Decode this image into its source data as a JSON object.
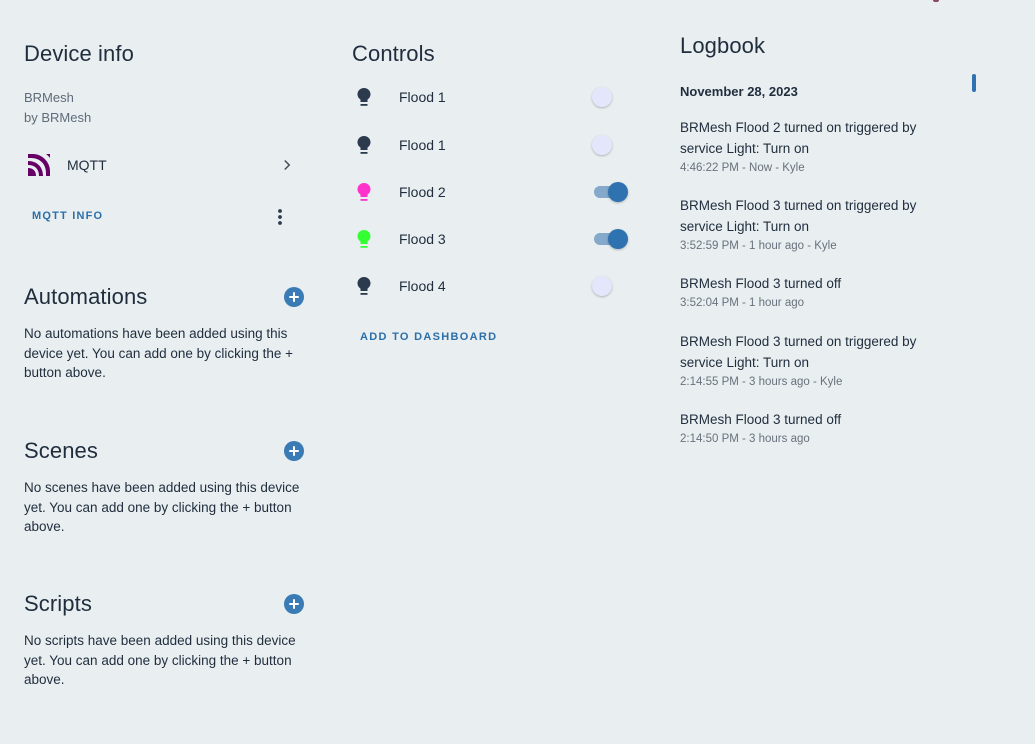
{
  "device_info": {
    "title": "Device info",
    "model": "BRMesh",
    "manufacturer": "by BRMesh",
    "integration": {
      "label": "MQTT",
      "icon": "mqtt-icon",
      "icon_color": "#660066"
    },
    "mqtt_info_label": "MQTT INFO",
    "menu_icon": "dots-vertical-icon"
  },
  "automations": {
    "title": "Automations",
    "empty_text": "No automations have been added using this device yet. You can add one by clicking the + button above."
  },
  "scenes": {
    "title": "Scenes",
    "empty_text": "No scenes have been added using this device yet. You can add one by clicking the + button above."
  },
  "scripts": {
    "title": "Scripts",
    "empty_text": "No scripts have been added using this device yet. You can add one by clicking the + button above."
  },
  "controls": {
    "title": "Controls",
    "items": [
      {
        "label": "Flood 1",
        "state": "off",
        "icon_color": "#2b3a4d"
      },
      {
        "label": "Flood 1",
        "state": "off",
        "icon_color": "#2b3a4d"
      },
      {
        "label": "Flood 2",
        "state": "on",
        "icon_color": "#ff33cc"
      },
      {
        "label": "Flood 3",
        "state": "on",
        "icon_color": "#33ff33"
      },
      {
        "label": "Flood 4",
        "state": "off",
        "icon_color": "#2b3a4d"
      }
    ],
    "add_to_dashboard_label": "ADD TO DASHBOARD"
  },
  "logbook": {
    "title": "Logbook",
    "date": "November 28, 2023",
    "entries": [
      {
        "message": "BRMesh Flood 2 turned on triggered by service Light: Turn on",
        "meta": "4:46:22 PM - Now - Kyle"
      },
      {
        "message": "BRMesh Flood 3 turned on triggered by service Light: Turn on",
        "meta": "3:52:59 PM - 1 hour ago - Kyle"
      },
      {
        "message": "BRMesh Flood 3 turned off",
        "meta": "3:52:04 PM - 1 hour ago"
      },
      {
        "message": "BRMesh Flood 3 turned on triggered by service Light: Turn on",
        "meta": "2:14:55 PM - 3 hours ago - Kyle"
      },
      {
        "message": "BRMesh Flood 3 turned off",
        "meta": "2:14:50 PM - 3 hours ago"
      }
    ]
  },
  "colors": {
    "accent": "#2e72b0",
    "background": "#e9eef0",
    "text": "#1f2d3d",
    "secondary_text": "#68717d"
  }
}
